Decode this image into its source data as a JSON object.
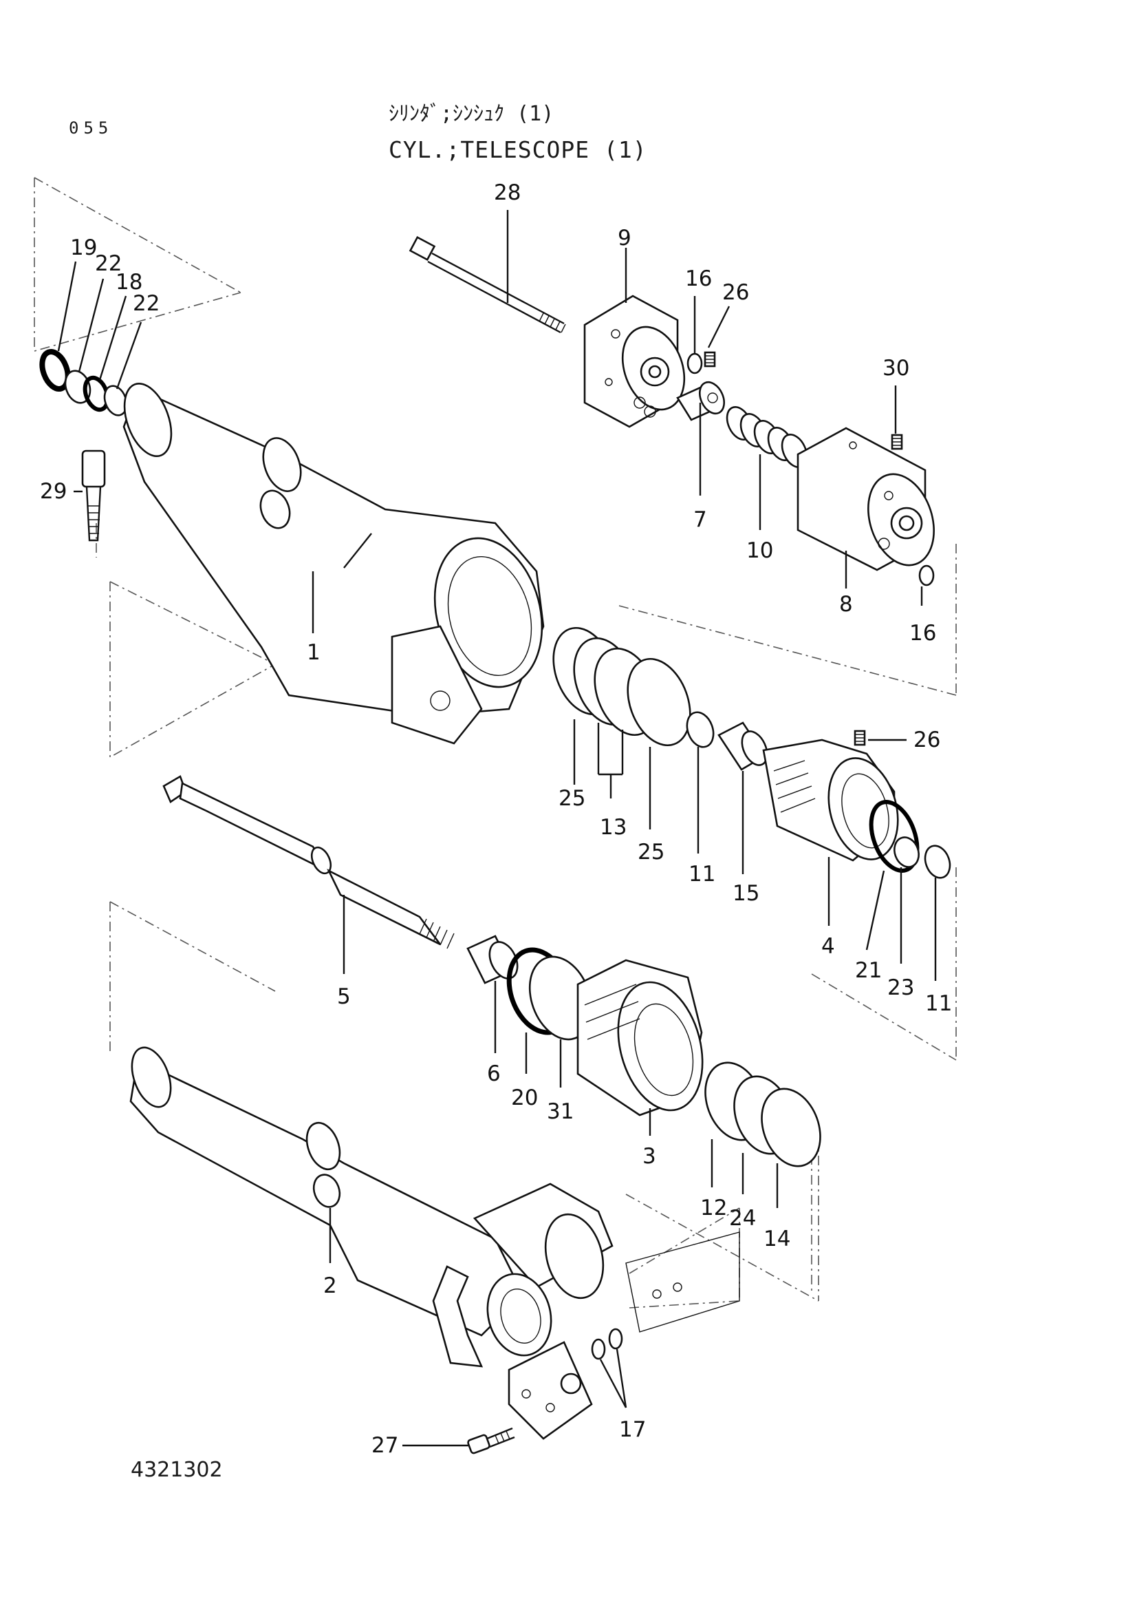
{
  "header": {
    "page_number": "055",
    "title_japanese": "ｼﾘﾝﾀﾞ;ｼﾝｼｭｸ (1)",
    "title_english": "CYL.;TELESCOPE (1)"
  },
  "drawing_number": "4321302",
  "callouts": {
    "c1": "1",
    "c2": "2",
    "c3": "3",
    "c4": "4",
    "c5": "5",
    "c6": "6",
    "c7": "7",
    "c8": "8",
    "c9": "9",
    "c10": "10",
    "c11a": "11",
    "c11b": "11",
    "c12": "12",
    "c13": "13",
    "c14": "14",
    "c15": "15",
    "c16a": "16",
    "c16b": "16",
    "c17": "17",
    "c18": "18",
    "c19": "19",
    "c20": "20",
    "c21": "21",
    "c22a": "22",
    "c22b": "22",
    "c23": "23",
    "c24": "24",
    "c25a": "25",
    "c25b": "25",
    "c26a": "26",
    "c26b": "26",
    "c27": "27",
    "c28": "28",
    "c29": "29",
    "c30": "30",
    "c31": "31"
  }
}
